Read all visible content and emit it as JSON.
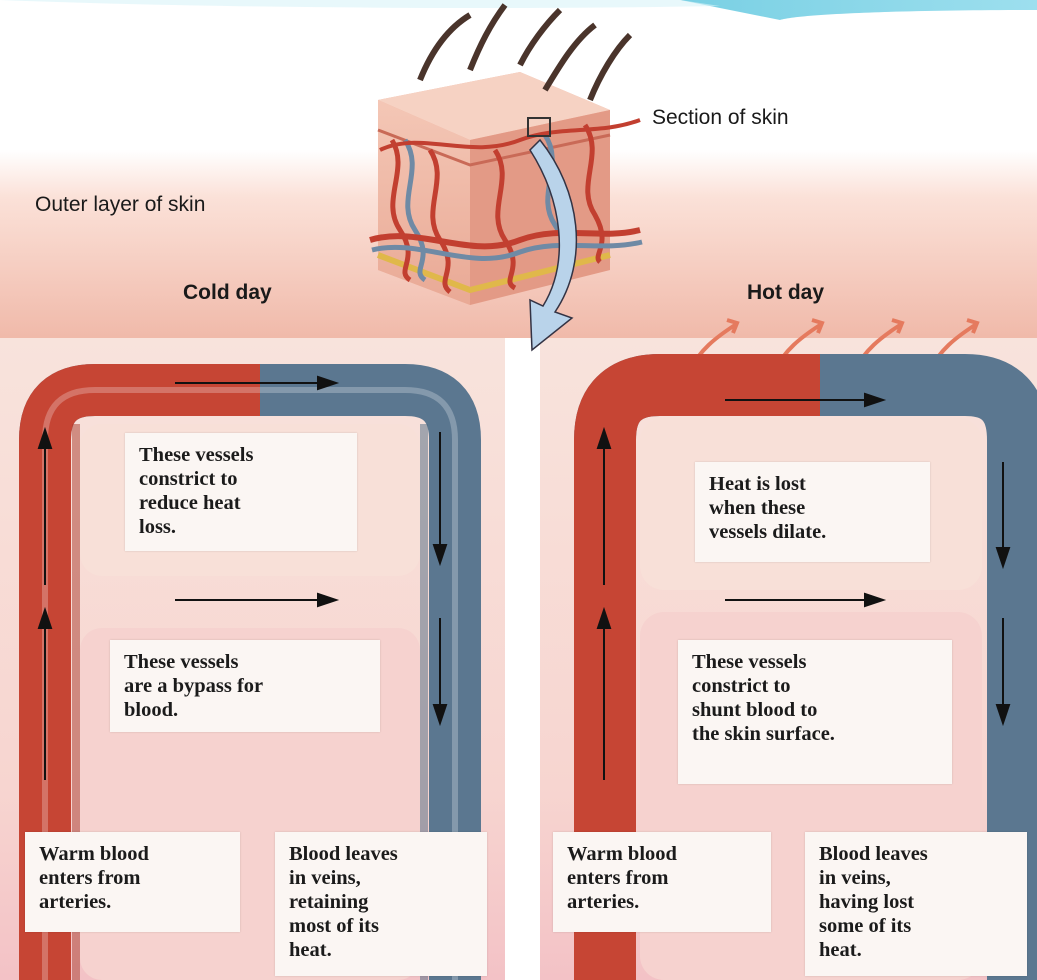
{
  "labels": {
    "section_of_skin": "Section of skin",
    "outer_layer": "Outer layer of skin",
    "cold_day": "Cold day",
    "hot_day": "Hot day"
  },
  "cold": {
    "upper_note": [
      "These vessels",
      "constrict to",
      "reduce heat",
      "loss."
    ],
    "lower_note": [
      "These vessels",
      "are a bypass for",
      "blood."
    ],
    "enter_note": [
      "Warm blood",
      "enters from",
      "arteries."
    ],
    "leave_note": [
      "Blood leaves",
      "in veins,",
      "retaining",
      "most of its",
      "heat."
    ]
  },
  "hot": {
    "upper_note": [
      "Heat is lost",
      "when these",
      "vessels dilate."
    ],
    "lower_note": [
      "These vessels",
      "constrict to",
      "shunt blood to",
      "the skin surface."
    ],
    "enter_note": [
      "Warm blood",
      "enters from",
      "arteries."
    ],
    "leave_note": [
      "Blood leaves",
      "in veins,",
      "having lost",
      "some of its",
      "heat."
    ]
  },
  "colors": {
    "artery": "#c8493a",
    "vein": "#5f7d96",
    "skin_band": "#f3c2b4",
    "panel_bg": "#f6d9d2",
    "accent_banner": "#7fd3e6"
  }
}
